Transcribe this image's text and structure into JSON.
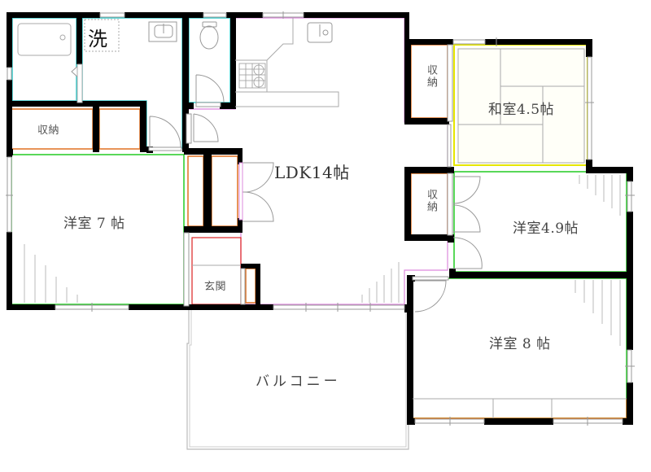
{
  "floor_plan": {
    "rooms": [
      {
        "id": "ldk",
        "label": "LDK14帖",
        "type": "living-dining-kitchen",
        "size_jo": 14
      },
      {
        "id": "western-7",
        "label": "洋室 7 帖",
        "type": "western-room",
        "size_jo": 7
      },
      {
        "id": "japanese-4.5",
        "label": "和室4.5帖",
        "type": "japanese-room",
        "size_jo": 4.5
      },
      {
        "id": "western-4.9",
        "label": "洋室4.9帖",
        "type": "western-room",
        "size_jo": 4.9
      },
      {
        "id": "western-8",
        "label": "洋室 8 帖",
        "type": "western-room",
        "size_jo": 8
      },
      {
        "id": "entrance",
        "label": "玄関",
        "type": "entrance"
      },
      {
        "id": "balcony",
        "label": "バルコニー",
        "type": "balcony"
      },
      {
        "id": "storage-left",
        "label": "収納",
        "type": "storage"
      },
      {
        "id": "storage-top-right",
        "label": "収納",
        "type": "storage"
      },
      {
        "id": "storage-mid-right",
        "label": "収納",
        "type": "storage"
      },
      {
        "id": "washroom",
        "label": "洗",
        "type": "washing-machine-space"
      }
    ],
    "fixtures": [
      "bathtub",
      "wash-basin",
      "toilet",
      "kitchen-sink",
      "gas-stove",
      "kitchen-counter"
    ],
    "colors": {
      "wall": "#000000",
      "wet_area_outline": "#33cccc",
      "western_room_outline": "#22cc22",
      "japanese_room_outline": "#e6e600",
      "storage_outline": "#e07020",
      "ldk_outline": "#dd88dd",
      "entrance_outline": "#dd2222",
      "fixture_line": "#999999"
    }
  }
}
